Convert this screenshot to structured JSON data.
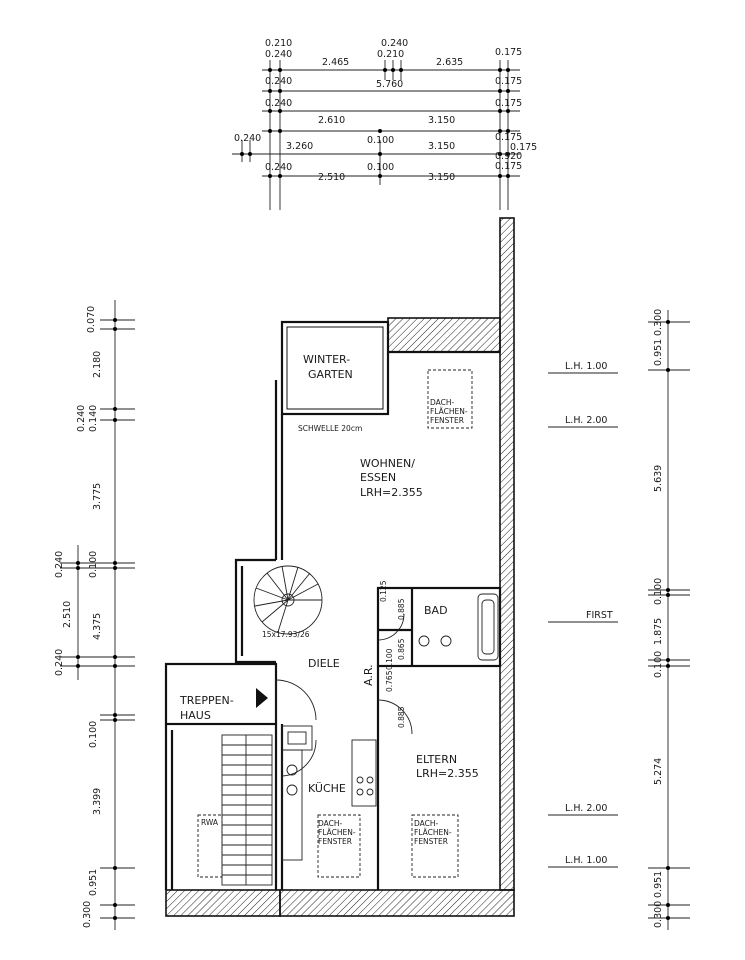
{
  "top_dims": {
    "row1": {
      "left_a": "0.210",
      "left_b": "0.240",
      "mid_a": "0.240",
      "mid_b": "0.210",
      "seg1": "2.465",
      "seg2": "2.635",
      "right": "0.175"
    },
    "row2": {
      "left": "0.240",
      "total": "5.760",
      "right": "0.175"
    },
    "row3": {
      "left": "0.240",
      "seg1": "2.610",
      "seg2": "3.150",
      "right": "0.175"
    },
    "row4": {
      "left_a": "0.240",
      "mid": "0.100",
      "seg1": "3.260",
      "seg2": "3.150",
      "right_a": "0.175",
      "right_b": "0.175",
      "right_c": "0.920"
    },
    "row5": {
      "left": "0.240",
      "mid": "0.100",
      "seg1": "2.510",
      "seg2": "3.150",
      "right": "0.175"
    }
  },
  "left_dims": {
    "col1": [
      "0.070",
      "2.180",
      "0.240",
      "0.140",
      "3.775",
      "0.100",
      "4.375",
      "0.100",
      "3.399",
      "0.951",
      "0.300"
    ],
    "col2": [
      "0.240",
      "2.510",
      "0.240"
    ]
  },
  "right_dims": [
    "0.300",
    "0.951",
    "5.639",
    "0.100",
    "1.875",
    "0.100",
    "5.274",
    "0.951",
    "0.300"
  ],
  "levels": {
    "lh1_top": "L.H. 1.00",
    "lh2_top": "L.H. 2.00",
    "first": "FIRST",
    "lh2_bottom": "L.H. 2.00",
    "lh1_bottom": "L.H. 1.00"
  },
  "rooms": {
    "wintergarten_1": "WINTER-",
    "wintergarten_2": "GARTEN",
    "schwelle": "SCHWELLE 20cm",
    "dachfenster_top_1": "DACH-",
    "dachfenster_top_2": "FLÄCHEN-",
    "dachfenster_top_3": "FENSTER",
    "wohnen_1": "WOHNEN/",
    "wohnen_2": "ESSEN",
    "wohnen_lrh": "LRH=2.355",
    "stair_label": "15x17.93/26",
    "bad": "BAD",
    "diele": "DIELE",
    "ar": "A.R.",
    "treppen_1": "TREPPEN-",
    "treppen_2": "HAUS",
    "eltern": "ELTERN",
    "eltern_lrh": "LRH=2.355",
    "kueche": "KÜCHE",
    "rwa": "RWA",
    "dach_k_1": "DACH-",
    "dach_k_2": "FLÄCHEN-",
    "dach_k_3": "FENSTER",
    "dach_e_1": "DACH-",
    "dach_e_2": "FLÄCHEN-",
    "dach_e_3": "FENSTER"
  },
  "inner_dims": {
    "d1": "0.125",
    "d2": "0.885",
    "d3": "0.865",
    "d4": "0.100",
    "d5": "0.765",
    "d6": "0.885"
  }
}
